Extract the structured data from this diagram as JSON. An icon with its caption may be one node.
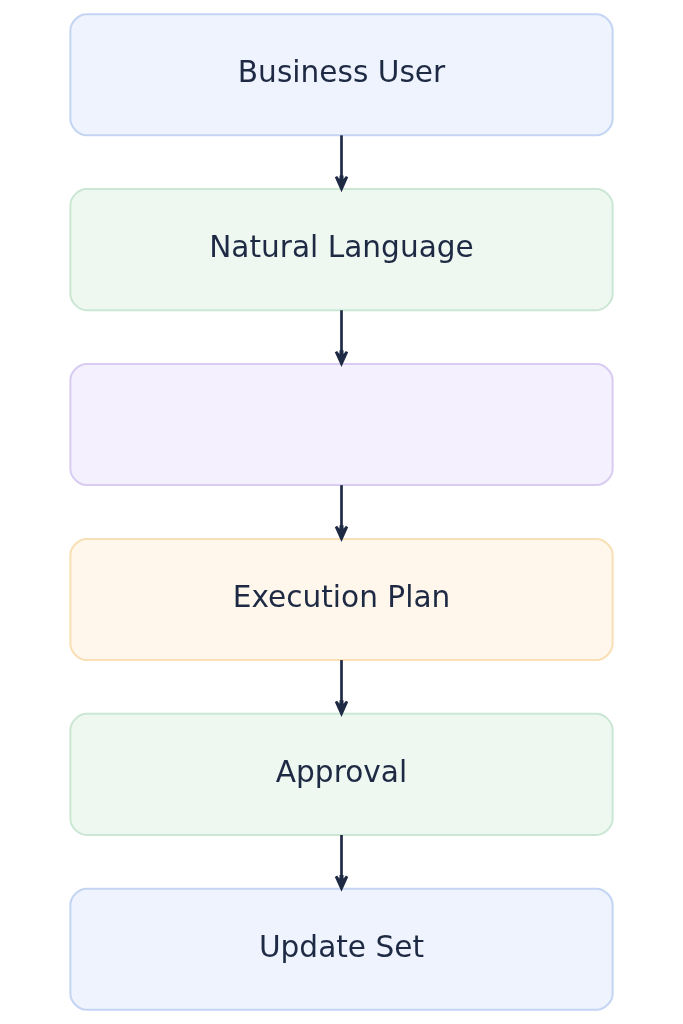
{
  "diagram": {
    "nodes": [
      {
        "text": [
          "Business User"
        ]
      },
      {
        "text": [
          "Natural Language"
        ]
      },
      {
        "text": [],
        "shape": "box"
      },
      {
        "text": [
          "Execution Plan"
        ]
      },
      {
        "text": [
          "Approval"
        ]
      },
      {
        "text": [
          "Update Set"
        ]
      }
    ],
    "edges": [
      {
        "from": 0,
        "to": 1,
        "arrow": "to"
      },
      {
        "from": 1,
        "to": 2,
        "arrow": "to"
      },
      {
        "from": 2,
        "to": 3,
        "arrow": "to"
      },
      {
        "from": 3,
        "to": 4,
        "arrow": "to"
      },
      {
        "from": 4,
        "to": 5,
        "arrow": "to"
      }
    ]
  }
}
